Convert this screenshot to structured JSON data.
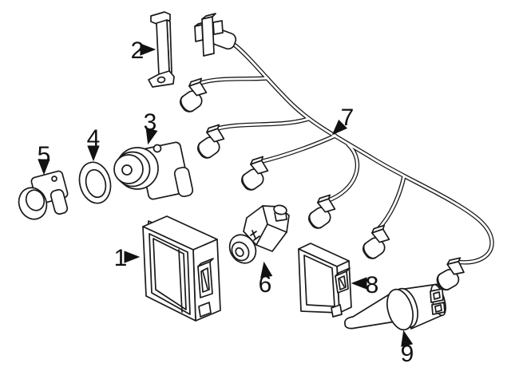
{
  "figure": {
    "kind": "exploded-parts-diagram",
    "background_color": "#ffffff",
    "line_color": "#1a1a1a",
    "label_color": "#111111"
  },
  "callouts": [
    {
      "number": "1",
      "part": "control-module"
    },
    {
      "number": "2",
      "part": "mounting-bracket"
    },
    {
      "number": "3",
      "part": "park-sensor"
    },
    {
      "number": "4",
      "part": "seal-ring"
    },
    {
      "number": "5",
      "part": "park-sensor-with-bracket"
    },
    {
      "number": "6",
      "part": "camera-sensor"
    },
    {
      "number": "7",
      "part": "wiring-harness"
    },
    {
      "number": "8",
      "part": "control-module-small"
    },
    {
      "number": "9",
      "part": "temperature-sensor"
    }
  ]
}
